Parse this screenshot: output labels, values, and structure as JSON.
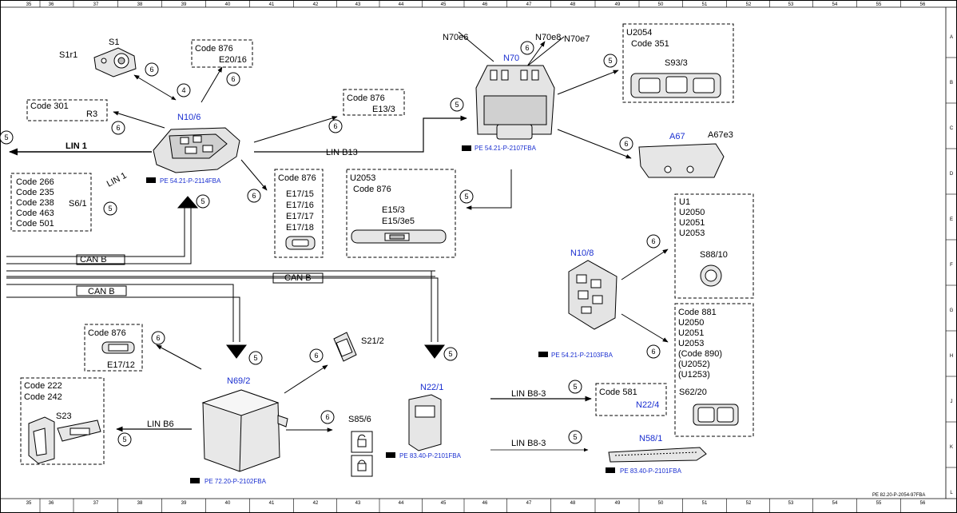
{
  "ruler": {
    "columns": [
      "35",
      "36",
      "37",
      "38",
      "39",
      "40",
      "41",
      "42",
      "43",
      "44",
      "45",
      "46",
      "47",
      "48",
      "49",
      "50",
      "51",
      "52",
      "53",
      "54",
      "55",
      "56"
    ],
    "rows": [
      "A",
      "B",
      "C",
      "D",
      "E",
      "F",
      "G",
      "H",
      "J",
      "K",
      "L"
    ]
  },
  "drawing_id": "PE 82.20-P-2054-97FBA",
  "nodes": {
    "s1": "S1",
    "s1r1": "S1r1",
    "n10_6": "N10/6",
    "n10_6_ref": "PE 54.21-P-2114FBA",
    "box_e20_code": "Code 876",
    "box_e20": "E20/16",
    "box_r3_code": "Code 301",
    "box_r3": "R3",
    "box_e13_code": "Code 876",
    "box_e13": "E13/3",
    "lin1": "LIN 1",
    "linb13": "LIN B13",
    "s6_codes": [
      "Code 266",
      "Code 235",
      "Code 238",
      "Code 463",
      "Code 501"
    ],
    "s6_1": "S6/1",
    "box_e17_code": "Code 876",
    "box_e17": [
      "E17/15",
      "E17/16",
      "E17/17",
      "E17/18"
    ],
    "box_e15_u": "U2053",
    "box_e15_code": "Code 876",
    "box_e15": [
      "E15/3",
      "E15/3e5"
    ],
    "n70": "N70",
    "n70e6": "N70e6",
    "n70e8": "N70e8",
    "n70e7": "N70e7",
    "n70_ref": "PE 54.21-P-2107FBA",
    "box_s93_u": "U2054",
    "box_s93_code": "Code 351",
    "box_s93": "S93/3",
    "a67": "A67",
    "a67e3": "A67e3",
    "box_s88_codes": [
      "U1",
      "U2050",
      "U2051",
      "U2053"
    ],
    "box_s88": "S88/10",
    "n10_8": "N10/8",
    "n10_8_ref": "PE 54.21-P-2103FBA",
    "box_s62_codes": [
      "Code 881",
      "U2050",
      "U2051",
      "U2053",
      "(Code 890)",
      "(U2052)",
      "(U1253)"
    ],
    "box_s62": "S62/20",
    "canb_1": "CAN B",
    "canb_2": "CAN B",
    "canb_3": "CAN B",
    "box_e17_12_code": "Code 876",
    "box_e17_12": "E17/12",
    "s21_2": "S21/2",
    "n69_2": "N69/2",
    "n69_2_ref": "PE 72.20-P-2102FBA",
    "box_s23_codes": [
      "Code 222",
      "Code 242"
    ],
    "box_s23": "S23",
    "linb6": "LIN B6",
    "s85_6": "S85/6",
    "n22_1": "N22/1",
    "n22_1_ref": "PE 83.40-P-2101FBA",
    "linb8_1": "LIN B8-3",
    "linb8_2": "LIN B8-3",
    "box_n22_4_code": "Code 581",
    "box_n22_4": "N22/4",
    "n58_1": "N58/1",
    "n58_1_ref": "PE 83.40-P-2101FBA"
  },
  "circles": {
    "c_s1": "6",
    "c_4": "4",
    "c_e20": "6",
    "c_r3": "6",
    "c_e13": "6",
    "c_s6": "5",
    "c_e17": "6",
    "c_n10_canb": "5",
    "c_n70": "5",
    "c_n70e8": "6",
    "c_s93": "5",
    "c_a67": "6",
    "c_e15": "5",
    "c_s88": "6",
    "c_s62": "6",
    "c_e17_12": "6",
    "c_n69": "5",
    "c_s21": "6",
    "c_s23": "5",
    "c_s85": "6",
    "c_n22_1": "5",
    "c_n22_4": "5",
    "c_n58": "5",
    "c_left": "5"
  }
}
